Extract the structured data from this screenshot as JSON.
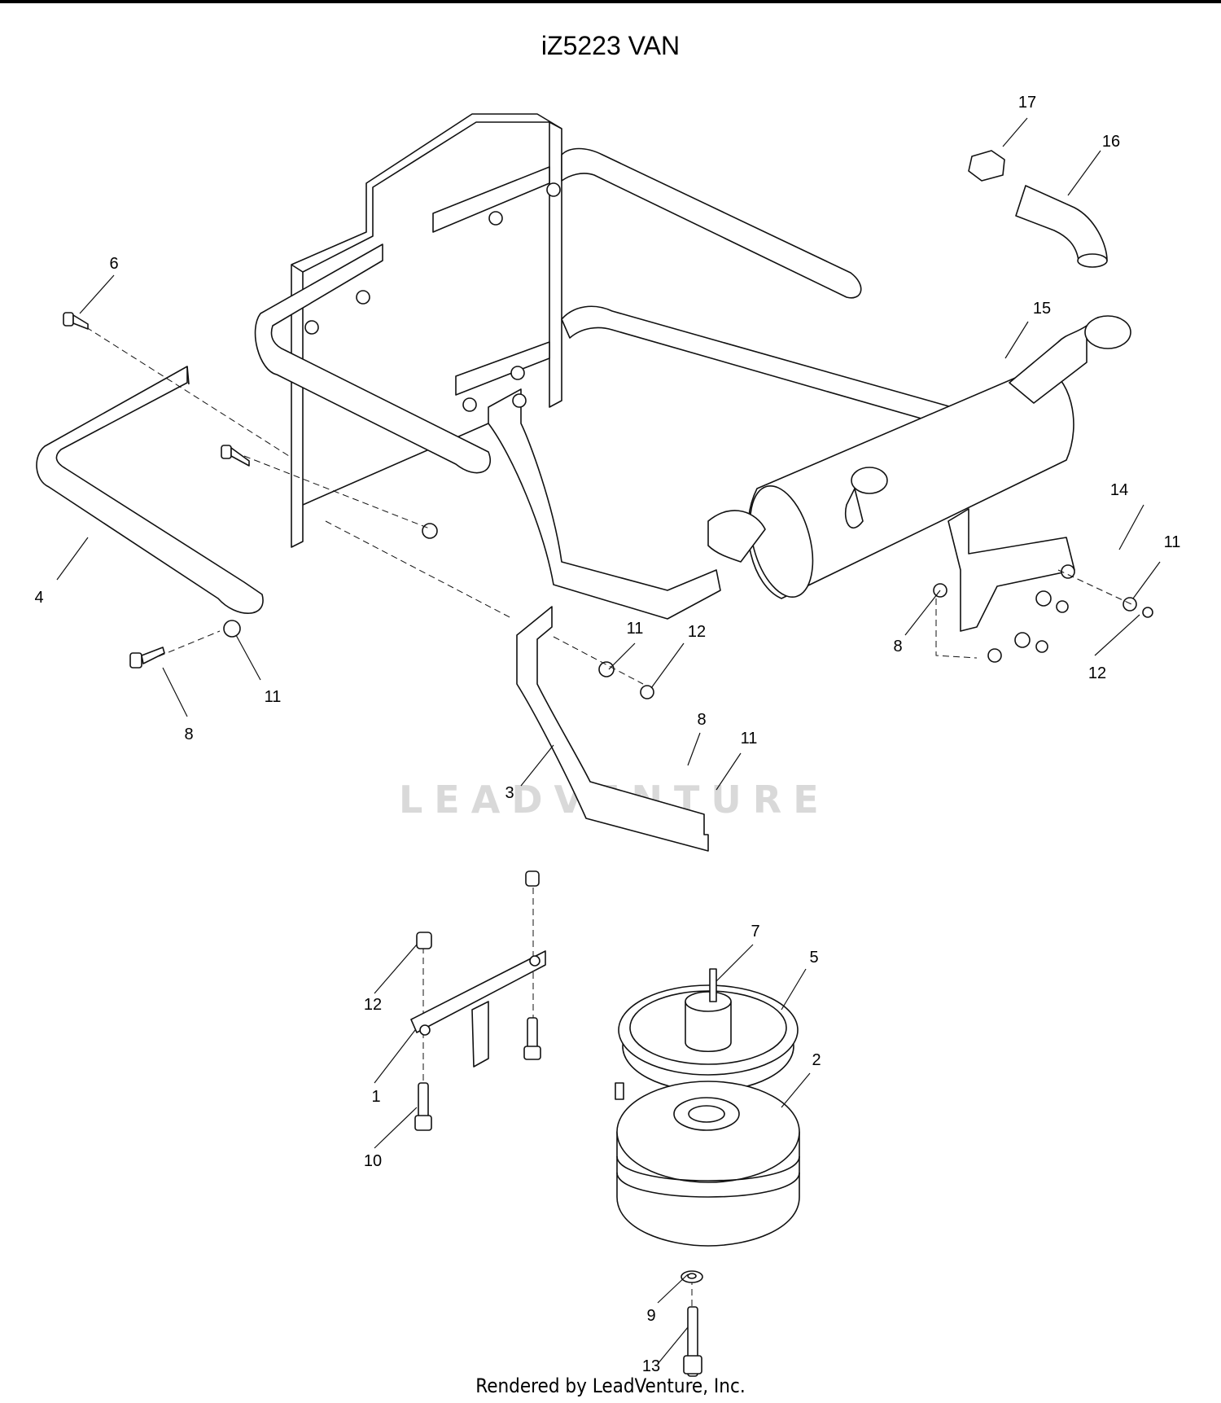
{
  "title": "iZ5223 VAN",
  "footer": "Rendered by LeadVenture, Inc.",
  "watermark": "LEADVENTURE",
  "callouts": [
    {
      "id": "c17",
      "text": "17"
    },
    {
      "id": "c16",
      "text": "16"
    },
    {
      "id": "c6",
      "text": "6"
    },
    {
      "id": "c15",
      "text": "15"
    },
    {
      "id": "c14",
      "text": "14"
    },
    {
      "id": "c11a",
      "text": "11"
    },
    {
      "id": "c4",
      "text": "4"
    },
    {
      "id": "c8a",
      "text": "8"
    },
    {
      "id": "c12a",
      "text": "12"
    },
    {
      "id": "c11b",
      "text": "11"
    },
    {
      "id": "c12b",
      "text": "12"
    },
    {
      "id": "c11c",
      "text": "11"
    },
    {
      "id": "c8b",
      "text": "8"
    },
    {
      "id": "c8c",
      "text": "8"
    },
    {
      "id": "c11d",
      "text": "11"
    },
    {
      "id": "c3",
      "text": "3"
    },
    {
      "id": "c7",
      "text": "7"
    },
    {
      "id": "c5",
      "text": "5"
    },
    {
      "id": "c12c",
      "text": "12"
    },
    {
      "id": "c2",
      "text": "2"
    },
    {
      "id": "c1",
      "text": "1"
    },
    {
      "id": "c10",
      "text": "10"
    },
    {
      "id": "c9",
      "text": "9"
    },
    {
      "id": "c13",
      "text": "13"
    }
  ]
}
